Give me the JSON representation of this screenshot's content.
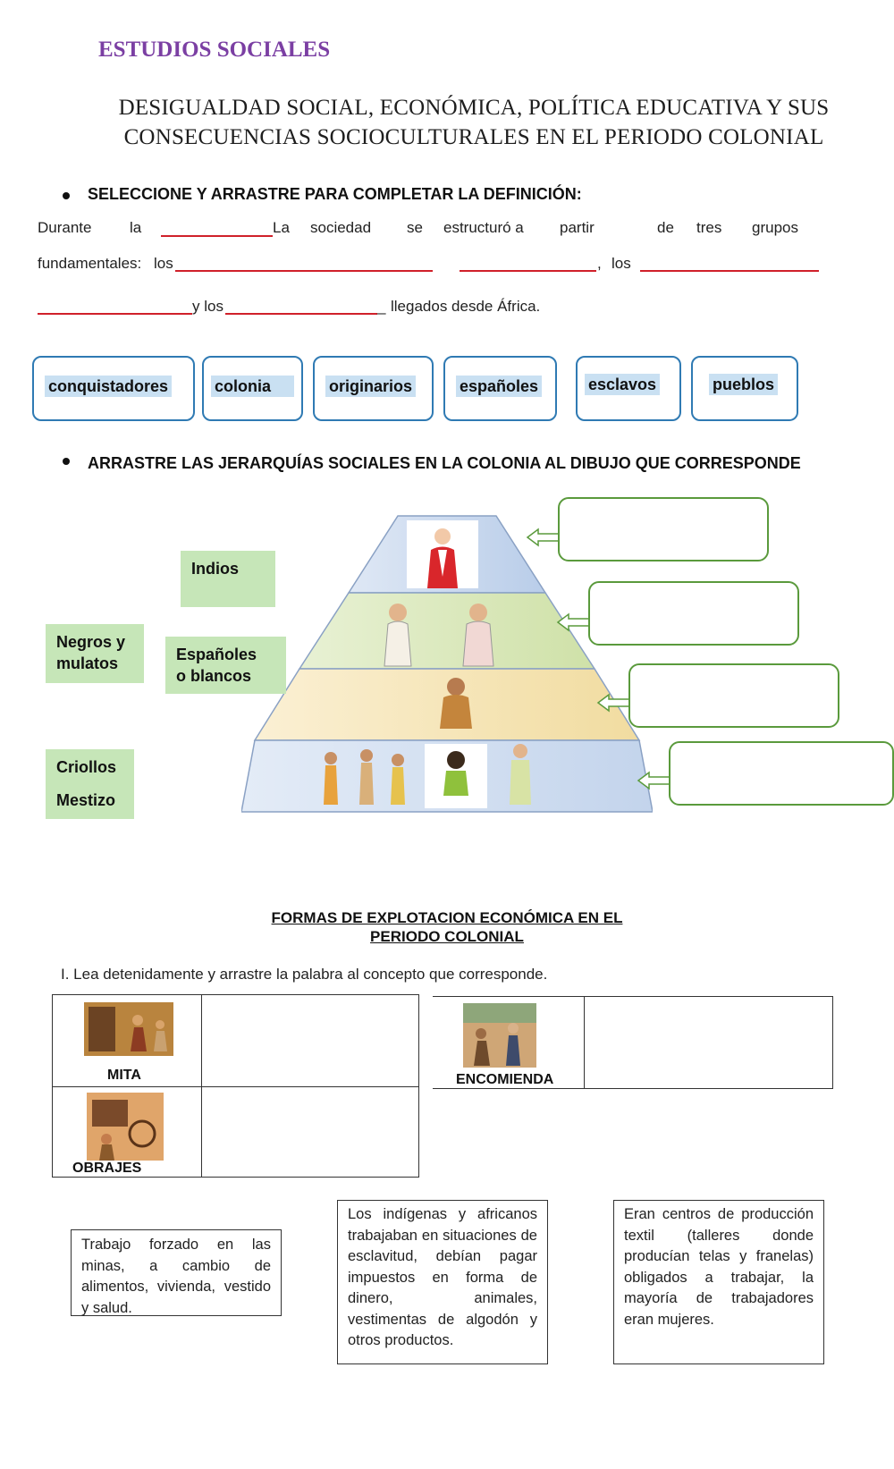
{
  "header": {
    "subject": "ESTUDIOS SOCIALES",
    "title_line1": "DESIGUALDAD SOCIAL, ECONÓMICA, POLÍTICA EDUCATIVA Y SUS",
    "title_line2": "CONSECUENCIAS SOCIOCULTURALES EN EL PERIODO COLONIAL"
  },
  "section1": {
    "instruction": "SELECCIONE Y ARRASTRE PARA COMPLETAR LA DEFINICIÓN:",
    "line1": [
      "Durante",
      "la",
      "La",
      "sociedad",
      "se",
      "estructuró a",
      "partir",
      "de",
      "tres",
      "grupos"
    ],
    "line2": [
      "fundamentales:",
      "los",
      ",",
      "los"
    ],
    "line3": [
      "y los",
      "_",
      "llegados desde África."
    ],
    "words": [
      "conquistadores",
      "colonia",
      "originarios",
      "españoles",
      "esclavos",
      "pueblos"
    ]
  },
  "section2": {
    "instruction": "ARRASTRE LAS JERARQUÍAS SOCIALES EN LA COLONIA AL DIBUJO QUE CORRESPONDE",
    "labels": {
      "indios": "Indios",
      "negros_l1": "Negros y",
      "negros_l2": "mulatos",
      "espanoles_l1": "Españoles",
      "espanoles_l2": "o blancos",
      "criollos": "Criollos",
      "mestizo": "Mestizo"
    }
  },
  "section3": {
    "title_line1": "FORMAS DE EXPLOTACION ECONÓMICA EN EL",
    "title_line2": "PERIODO COLONIAL",
    "instruction": "I. Lea detenidamente y arrastre la palabra al concepto que corresponde.",
    "images": {
      "mita": "MITA",
      "obrajes": "OBRAJES",
      "encomienda": "ENCOMIENDA"
    },
    "definitions": [
      "Trabajo forzado en las minas, a cambio de alimentos, vivienda, vestido y salud.",
      "Los indígenas y africanos trabajaban en situaciones de esclavitud, debían pagar impuestos en forma de dinero, animales, vestimentas de algodón y otros productos.",
      "Eran centros de producción textil (talleres donde producían telas y franelas) obligados a trabajar, la mayoría de trabajadores eran mujeres."
    ]
  }
}
